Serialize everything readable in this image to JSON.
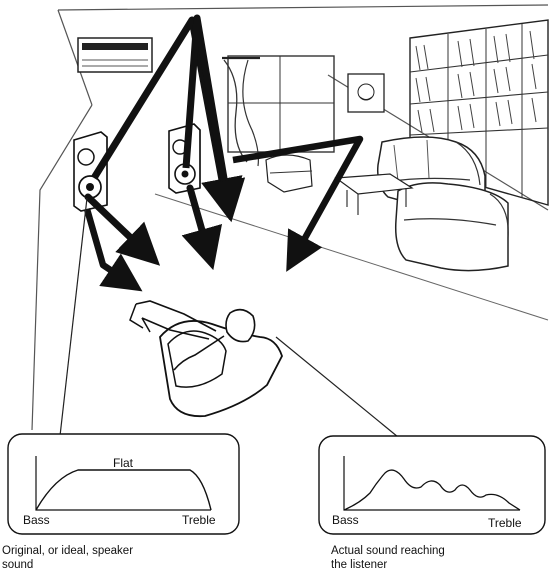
{
  "left_graph": {
    "peak_label": "Flat",
    "x_left": "Bass",
    "x_right": "Treble",
    "caption_line1": "Original, or ideal, speaker",
    "caption_line2": "sound"
  },
  "right_graph": {
    "x_left": "Bass",
    "x_right": "Treble",
    "caption_line1": "Actual sound reaching",
    "caption_line2": "the listener"
  },
  "icons": {
    "speakers": [
      "speaker-left-icon",
      "speaker-right-icon"
    ],
    "listener": "listener-in-armchair-icon",
    "room": "living-room-illustration",
    "arrows": "sound-path-arrows"
  },
  "colors": {
    "ink": "#111111",
    "paper": "#ffffff",
    "light_line": "#6d6d6d"
  }
}
